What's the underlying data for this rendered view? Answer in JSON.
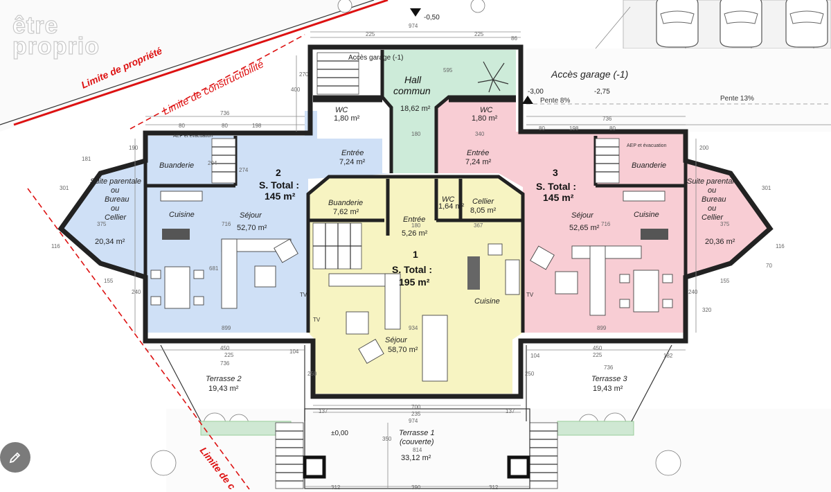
{
  "watermark": {
    "line1": "être",
    "line2": "proprio"
  },
  "boundaries": {
    "property": "Limite de propriété",
    "buildable": "Limite de constructibilité",
    "bottom": "Limite de c"
  },
  "levels": {
    "top": "-0,50",
    "drive_left": "-3,00",
    "drive_right": "-2,75",
    "terrace": "±0,00"
  },
  "slopes": {
    "a": "Pente 8%",
    "b": "Pente 13%"
  },
  "garage": {
    "outside": "Accès garage (-1)",
    "inside": "Accès garage (-1)"
  },
  "hall": {
    "line1": "Hall",
    "line2": "commun",
    "area": "18,62 m²"
  },
  "units": [
    {
      "num": "2",
      "total_line1": "S. Total :",
      "total_line2": "145 m²"
    },
    {
      "num": "1",
      "total_line1": "S. Total :",
      "total_line2": "195 m²"
    },
    {
      "num": "3",
      "total_line1": "S. Total :",
      "total_line2": "145 m²"
    }
  ],
  "rooms": {
    "wc_left": {
      "name": "WC",
      "area": "1,80 m²"
    },
    "wc_right": {
      "name": "WC",
      "area": "1,80 m²"
    },
    "wc_center": {
      "name": "WC",
      "area": "1,64 m²"
    },
    "entree_left": {
      "name": "Entrée",
      "area": "7,24 m²"
    },
    "entree_right": {
      "name": "Entrée",
      "area": "7,24 m²"
    },
    "entree_center": {
      "name": "Entrée",
      "area": "5,26 m²"
    },
    "buanderie_left": {
      "name": "Buanderie"
    },
    "buanderie_right": {
      "name": "Buanderie"
    },
    "buanderie_center": {
      "name": "Buanderie",
      "area": "7,62 m²"
    },
    "cellier_center": {
      "name": "Cellier",
      "area": "8,05 m²"
    },
    "suite_left": {
      "l1": "Suite parentale",
      "l2": "ou",
      "l3": "Bureau",
      "l4": "ou",
      "l5": "Cellier",
      "area": "20,34 m²"
    },
    "suite_right": {
      "l1": "Suite parentale",
      "l2": "ou",
      "l3": "Bureau",
      "l4": "ou",
      "l5": "Cellier",
      "area": "20,36 m²"
    },
    "cuisine_left": {
      "name": "Cuisine"
    },
    "cuisine_right": {
      "name": "Cuisine"
    },
    "cuisine_center": {
      "name": "Cuisine"
    },
    "sejour_left": {
      "name": "Séjour",
      "area": "52,70 m²"
    },
    "sejour_right": {
      "name": "Séjour",
      "area": "52,65 m²"
    },
    "sejour_center": {
      "name": "Séjour",
      "area": "58,70 m²"
    },
    "terrasse_2": {
      "name": "Terrasse 2",
      "area": "19,43 m²"
    },
    "terrasse_3": {
      "name": "Terrasse 3",
      "area": "19,43 m²"
    },
    "terrasse_1": {
      "name": "Terrasse 1",
      "sub": "(couverte)",
      "area": "33,12 m²"
    }
  },
  "aep": {
    "left": "AEP et évacuation",
    "right": "AEP et évacuation"
  },
  "tv": "TV",
  "dims": {
    "d974_top": "974",
    "d225a": "225",
    "d225b": "225",
    "d86": "86",
    "d595": "595",
    "d736_left": "736",
    "d736_right": "736",
    "d80a": "80",
    "d80b": "80",
    "d198a": "198",
    "d198b": "198",
    "d80c": "80",
    "d80d": "80",
    "d204": "204",
    "d274": "274",
    "d716_left": "716",
    "d716_right": "716",
    "d375_left": "375",
    "d375_right": "375",
    "d681": "681",
    "d180a": "180",
    "d180b": "180",
    "d367": "367",
    "d340": "340",
    "d934": "934",
    "d899": "899",
    "d899b": "899",
    "d450a": "450",
    "d450b": "450",
    "d225c": "225",
    "d225d": "225",
    "d736b": "736",
    "d736c": "736",
    "d104a": "104",
    "d104b": "104",
    "d700": "700",
    "d235": "235",
    "d974_bot": "974",
    "d137a": "137",
    "d137b": "137",
    "d814": "814",
    "d312a": "312",
    "d312b": "312",
    "d390": "390",
    "d350": "350",
    "d270": "270",
    "d400": "400",
    "d240a": "240",
    "d240b": "240",
    "d320": "320",
    "d250a": "250",
    "d250b": "250",
    "d155a": "155",
    "d155b": "155",
    "d181": "181",
    "d182": "182",
    "d301a": "301",
    "d301b": "301",
    "d116a": "116",
    "d116b": "116",
    "d190": "190",
    "d200": "200",
    "d70": "70"
  },
  "icons": {
    "edit": "pencil-icon"
  }
}
